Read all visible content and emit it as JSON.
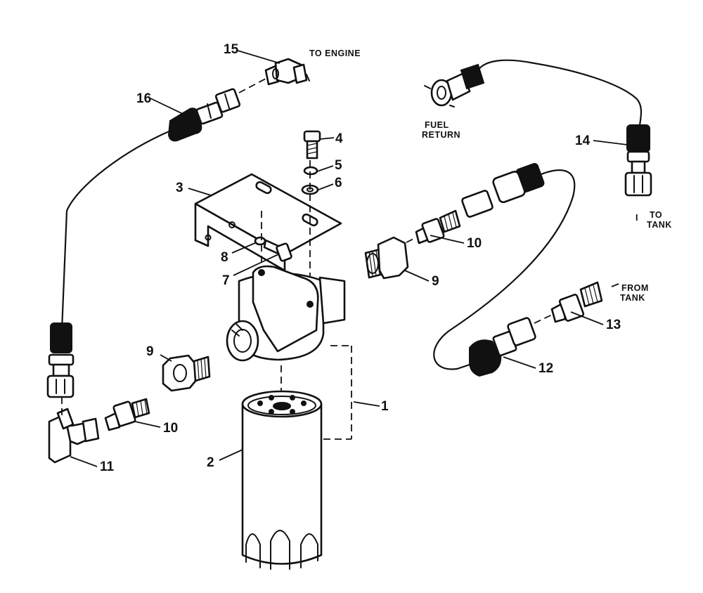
{
  "part_numbers": {
    "p1": "1",
    "p2": "2",
    "p3": "3",
    "p4": "4",
    "p5": "5",
    "p6": "6",
    "p7": "7",
    "p8": "8",
    "p9a": "9",
    "p9b": "9",
    "p10a": "10",
    "p10b": "10",
    "p11": "11",
    "p12": "12",
    "p13": "13",
    "p14": "14",
    "p15": "15",
    "p16": "16"
  },
  "labels": {
    "to_engine": "TO ENGINE",
    "fuel_return_1": "FUEL",
    "fuel_return_2": "RETURN",
    "to_tank_mark": "I",
    "to_tank_1": "TO",
    "to_tank_2": "TANK",
    "from_tank_1": "FROM",
    "from_tank_2": "TANK"
  }
}
